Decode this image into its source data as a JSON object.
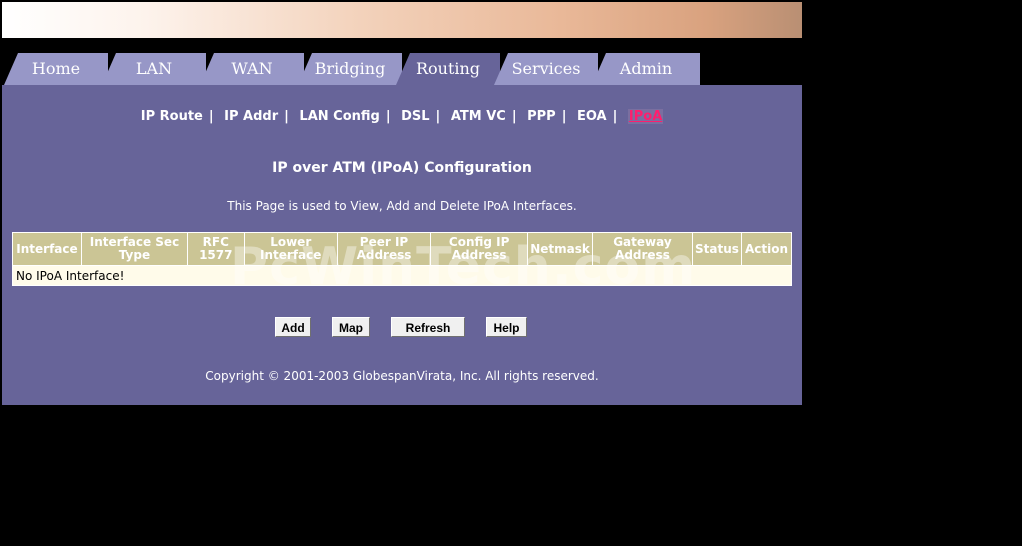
{
  "nav": {
    "tabs": [
      {
        "label": "Home"
      },
      {
        "label": "LAN"
      },
      {
        "label": "WAN"
      },
      {
        "label": "Bridging"
      },
      {
        "label": "Routing",
        "active": true
      },
      {
        "label": "Services"
      },
      {
        "label": "Admin"
      }
    ]
  },
  "subnav": {
    "links": [
      {
        "label": "IP Route"
      },
      {
        "label": "IP Addr"
      },
      {
        "label": "LAN Config"
      },
      {
        "label": "DSL"
      },
      {
        "label": "ATM VC"
      },
      {
        "label": "PPP"
      },
      {
        "label": "EOA"
      },
      {
        "label": "IPoA",
        "active": true
      }
    ],
    "separator": "|",
    "active_color": "#ff1e6e"
  },
  "page": {
    "title": "IP over ATM (IPoA) Configuration",
    "description": "This Page is used to View, Add and Delete IPoA Interfaces."
  },
  "table": {
    "headers": [
      "Interface",
      "Interface Sec Type",
      "RFC 1577",
      "Lower Interface",
      "Peer IP Address",
      "Config IP Address",
      "Netmask",
      "Gateway Address",
      "Status",
      "Action"
    ],
    "empty_message": "No IPoA Interface!"
  },
  "buttons": {
    "add": "Add",
    "map": "Map",
    "refresh": "Refresh",
    "help": "Help"
  },
  "footer": {
    "copyright": "Copyright © 2001-2003 GlobespanVirata, Inc. All rights reserved."
  },
  "watermark": "PcWinTech.com",
  "colors": {
    "panel_bg": "#676499",
    "tab_bg": "#9797c7",
    "header_bg": "#cbc595",
    "row_bg": "#fffbea"
  }
}
